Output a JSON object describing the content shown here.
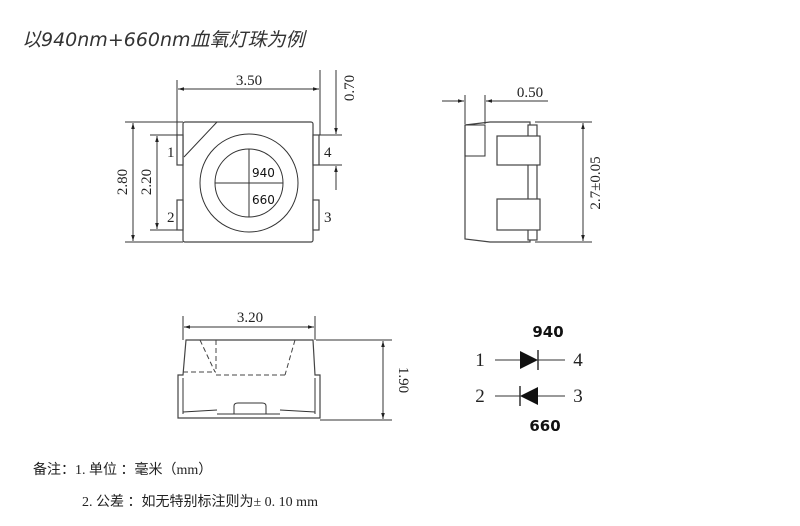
{
  "title": "以940nm+660nm血氧灯珠为例",
  "top_view": {
    "dim_width": "3.50",
    "dim_pad": "0.70",
    "dim_height": "2.80",
    "dim_pin_span": "2.20",
    "pins": [
      "1",
      "2",
      "3",
      "4"
    ],
    "chip_labels": [
      "940",
      "660"
    ]
  },
  "side_view": {
    "dim_offset": "0.50",
    "dim_height": "2.7±0.05"
  },
  "front_view": {
    "dim_width": "3.20",
    "dim_height": "1.90"
  },
  "schematic": {
    "top_label": "940",
    "bottom_label": "660",
    "pin1": "1",
    "pin4": "4",
    "pin2": "2",
    "pin3": "3"
  },
  "notes": {
    "line1": "备注：1. 单位 ：毫米（mm）",
    "line2": "2. 公差 ：如无特别标注则为± 0. 10 mm"
  }
}
